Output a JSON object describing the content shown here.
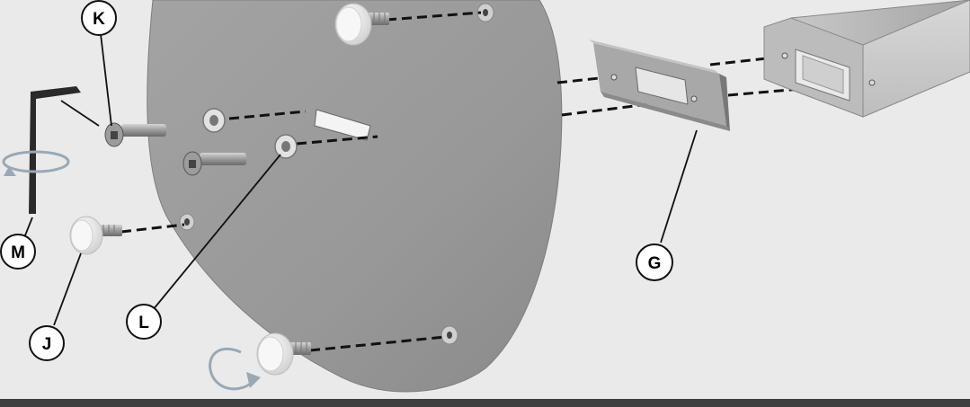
{
  "diagram": {
    "callouts": {
      "K": "K",
      "M": "M",
      "J": "J",
      "L": "L",
      "G": "G"
    }
  },
  "colors": {
    "background": "#eaeaea",
    "plate": "#9a9a9a",
    "metal": "#b8b8b8",
    "dark_metal": "#6e6e6e",
    "knob": "#f2f2f2",
    "line": "#1a1a1a",
    "footer_bar": "#3f3f3f"
  },
  "icons": {
    "rotate_counterclockwise": "rotate-arrow-icon",
    "rotate_clockwise": "rotate-arrow-icon"
  }
}
